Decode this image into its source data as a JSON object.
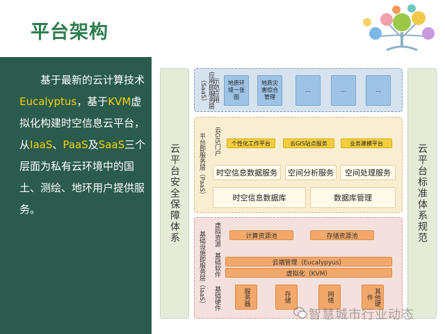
{
  "title": "平台架构",
  "left_text": {
    "p1": "基于最新的云计算技术",
    "h1": "Eucalyptus",
    "p2": "，基于",
    "h2": "KVM",
    "p3": "虚拟化构建时空信息云平台，从",
    "h3": "IaaS",
    "p4": "、",
    "h4": "PaaS",
    "p5": "及",
    "h5": "SaaS",
    "p6": "三个层面为私有云环境中的国土、测绘、地环用户提供服务。"
  },
  "diagram": {
    "left_bar": "云平台安全保障体系",
    "right_bar": "云平台标准体系规范",
    "saas": {
      "label": "应用即服务层（SaaS）",
      "sub_label": "示范应用",
      "boxes": [
        "地质环境一张图",
        "地质灾害综合管理",
        "...",
        "...",
        "..."
      ]
    },
    "paas": {
      "label": "平台即服务层（PaaS）",
      "sub_label": "云GIS门户",
      "portal_boxes": [
        "个性化工作平台",
        "云GIS站点服务",
        "业务建模平台"
      ],
      "service_boxes": [
        "时空信息数据服务",
        "空间分析服务",
        "空间处理服务"
      ],
      "bottom_boxes": [
        "时空信息数据库",
        "数据库管理"
      ]
    },
    "iaas": {
      "label": "基础设施即服务层（IaaS）",
      "virtual": {
        "label": "虚拟资源",
        "boxes": [
          "计算资源池",
          "存储资源池"
        ]
      },
      "software": {
        "label": "基础软件",
        "boxes": [
          "云端管理（Eucalypyus）",
          "虚拟化（KVM）"
        ]
      },
      "hardware": {
        "label": "基础硬件",
        "boxes": [
          "服务器",
          "存储",
          "网络",
          "其他硬件"
        ]
      }
    }
  },
  "watermark": "智慧城市行业动态",
  "colors": {
    "title": "#2e7d4f",
    "left_panel": "#2a5b4c",
    "highlight": "#f5d200"
  },
  "icons": [
    "tree-logo-icon",
    "wechat-icon"
  ]
}
